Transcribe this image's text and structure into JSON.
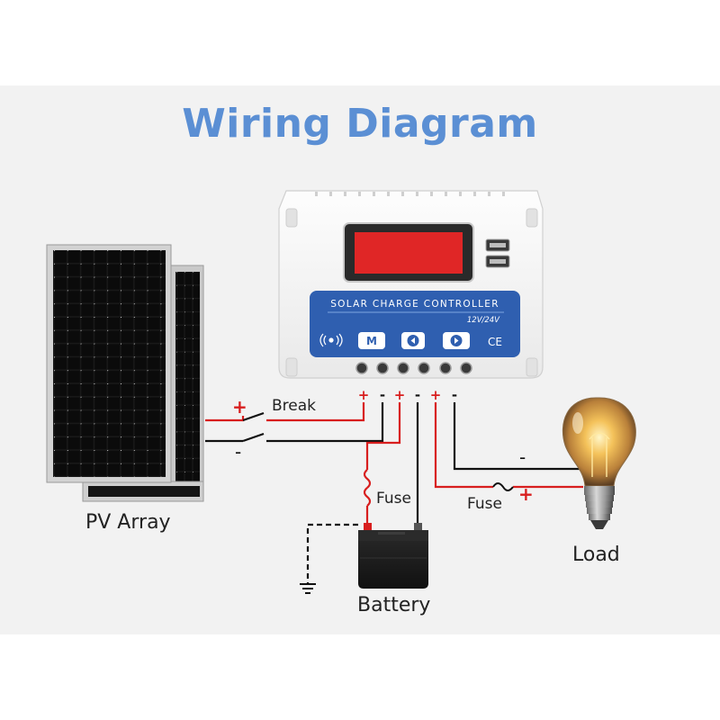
{
  "title": "Wiring Diagram",
  "controller": {
    "name": "SOLAR CHARGE CONTROLLER",
    "voltage": "12V/24V",
    "mode_button": "M",
    "ce_mark": "CE",
    "terminals": [
      "+",
      "-",
      "+",
      "-",
      "+",
      "-"
    ]
  },
  "labels": {
    "pv_array": "PV Array",
    "break": "Break",
    "pv_plus": "+",
    "pv_minus": "-",
    "fuse_battery": "Fuse",
    "fuse_load": "Fuse",
    "battery": "Battery",
    "load": "Load",
    "load_minus": "-",
    "load_plus": "+"
  },
  "colors": {
    "title": "#5b8fd4",
    "positive_wire": "#d81e1e",
    "negative_wire": "#111111",
    "controller_panel": "#2f5fb0"
  }
}
